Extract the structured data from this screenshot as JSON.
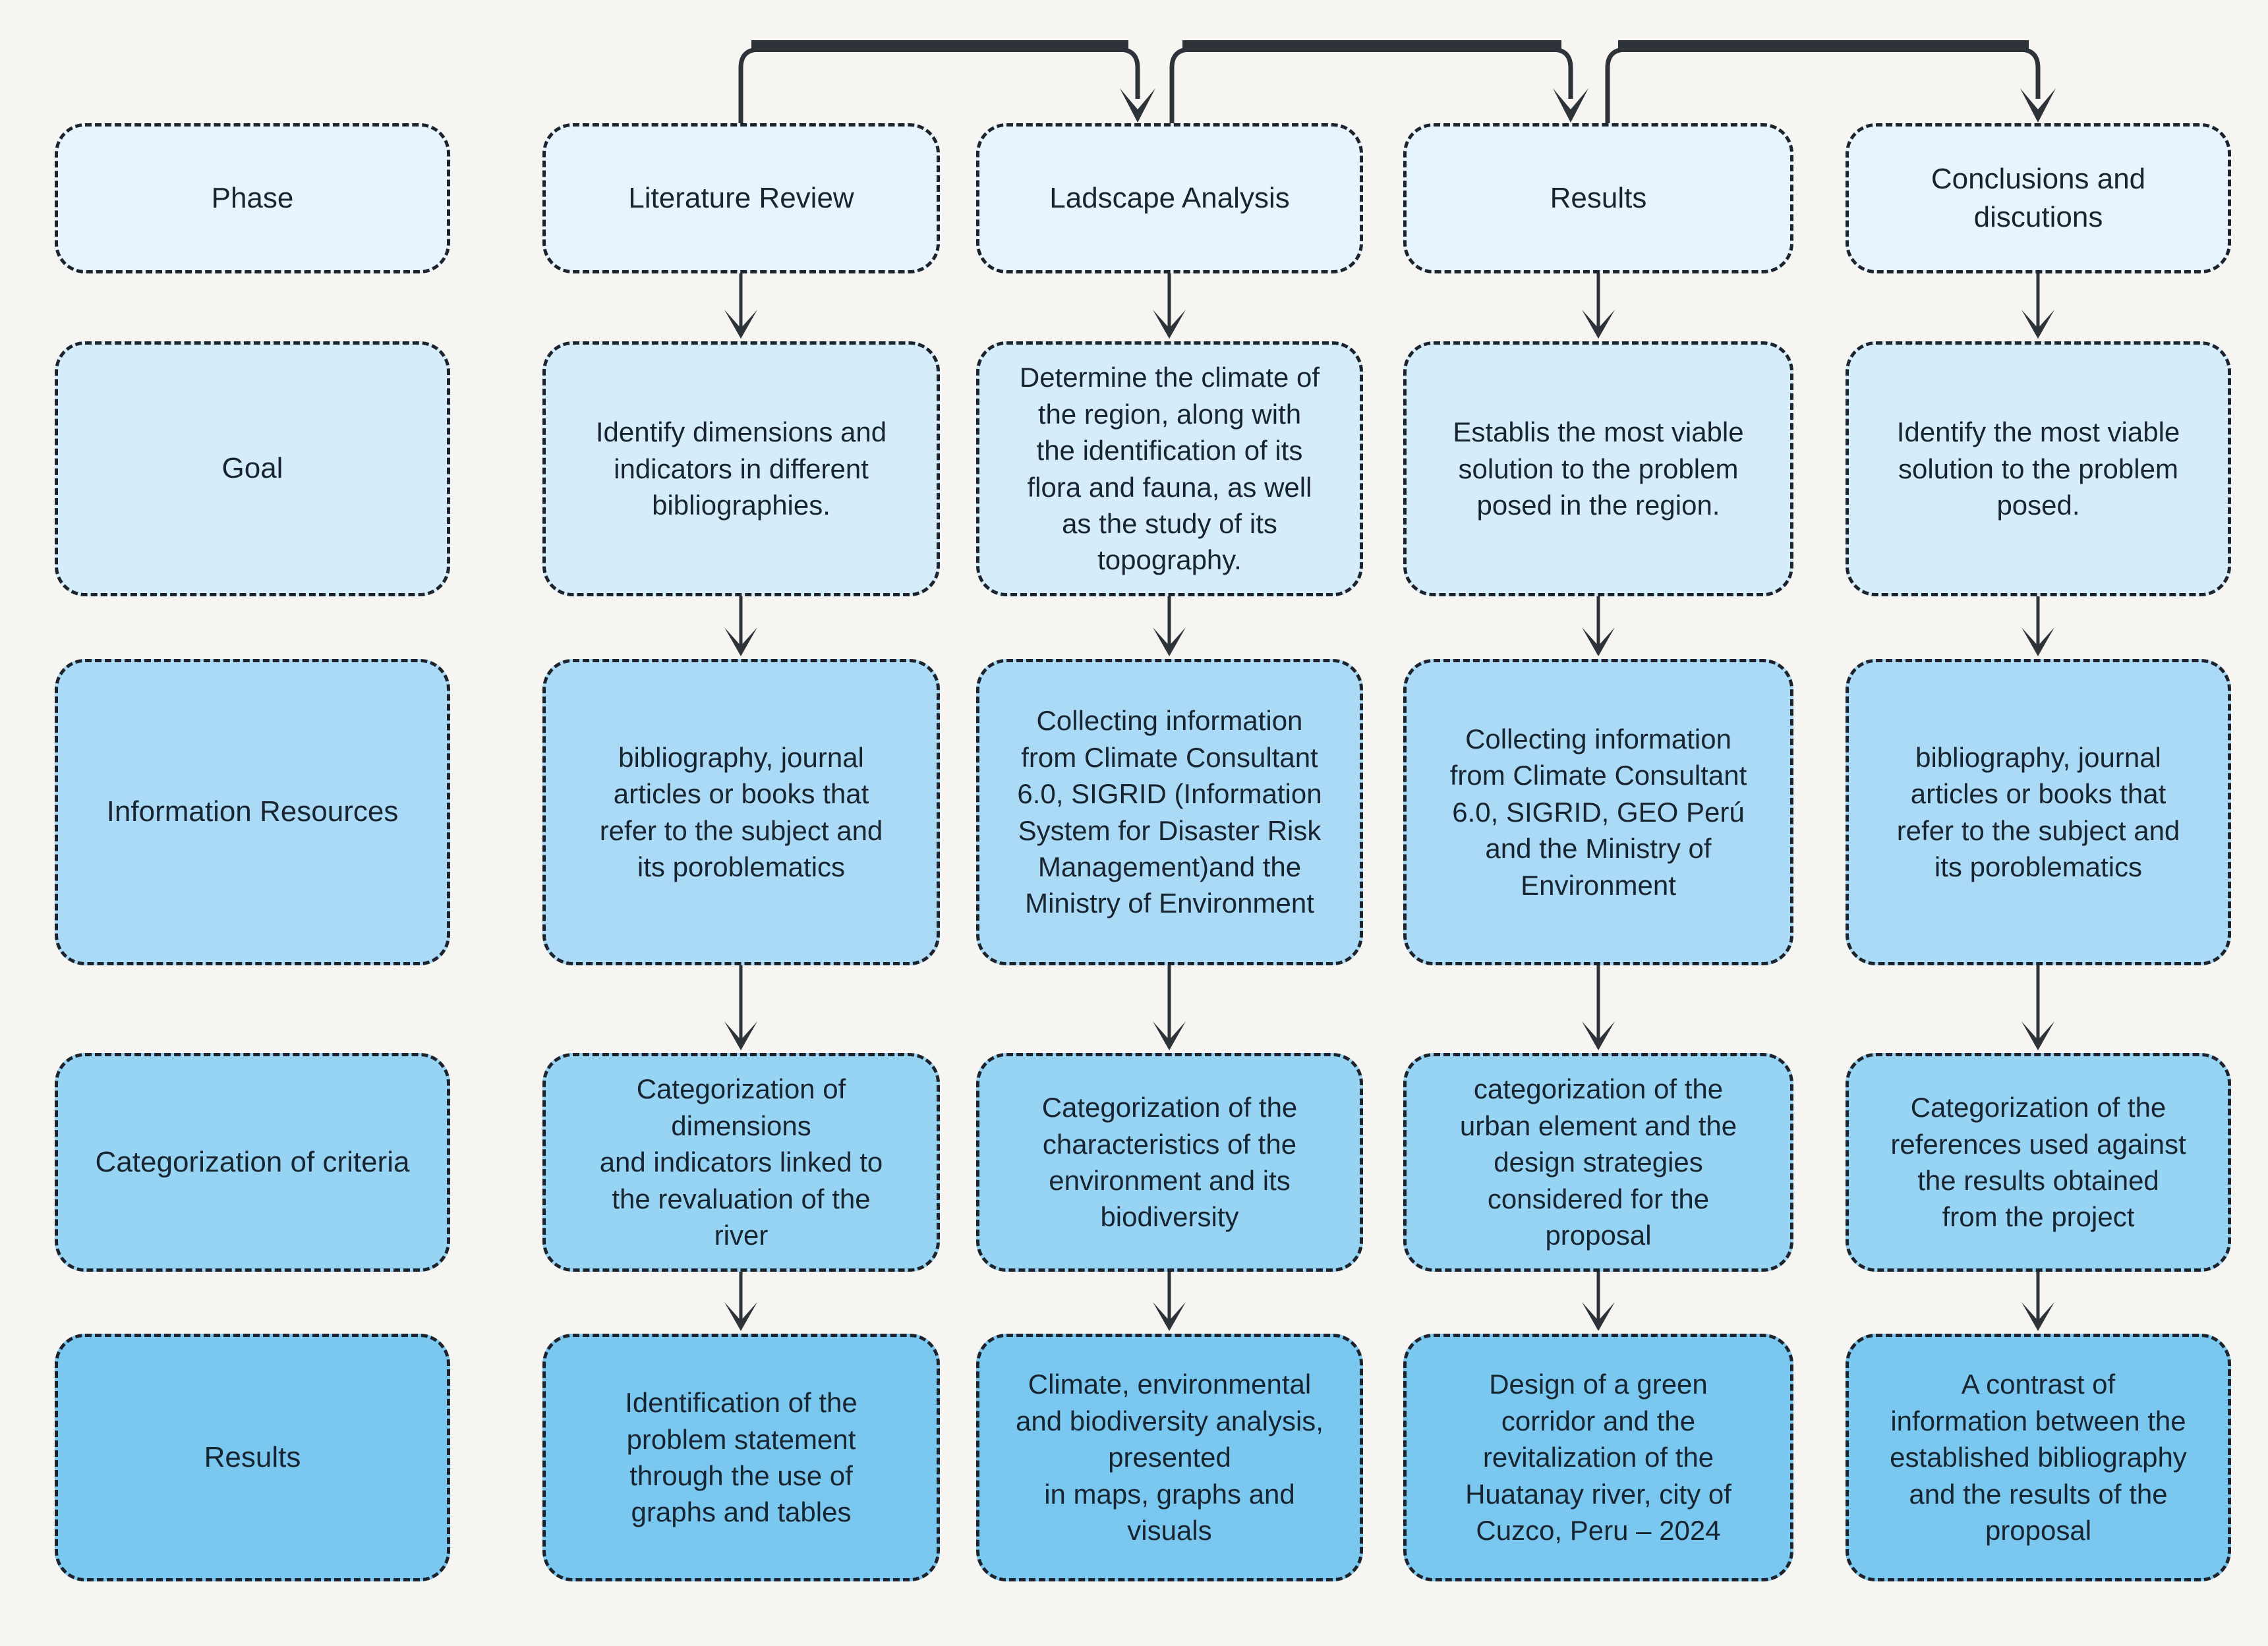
{
  "diagram": {
    "row_colors": [
      "#e8f4fd",
      "#d5ecfb",
      "#aadaf6",
      "#97d3f3",
      "#7ac8ef"
    ],
    "accent_colors": {
      "border": "#1c232c",
      "text": "#182530",
      "arrow": "#2d3338",
      "background": "#f7f5f2"
    },
    "header_row": [
      "Phase",
      "Literature Review",
      "Ladscape Analysis",
      "Results",
      "Conclusions and\ndiscutions"
    ],
    "rows": [
      {
        "header": "Goal",
        "cells": [
          "Identify dimensions and\nindicators in different\nbibliographies.",
          "Determine the climate of\nthe region, along with\nthe identification of its\nflora and fauna, as well\nas the study of its\ntopography.",
          "Establis the most viable\nsolution to the problem\nposed in the region.",
          "Identify the most viable\nsolution to the problem\nposed."
        ]
      },
      {
        "header": "Information Resources",
        "cells": [
          "bibliography, journal\narticles or books that\nrefer to the subject and\nits poroblematics",
          "Collecting information\nfrom Climate Consultant\n6.0, SIGRID (Information\nSystem for Disaster Risk\nManagement)and the\nMinistry of Environment",
          "Collecting information\nfrom Climate Consultant\n6.0, SIGRID, GEO Perú\nand the Ministry of\nEnvironment",
          "bibliography, journal\narticles or books that\nrefer to the subject and\nits poroblematics"
        ]
      },
      {
        "header": "Categorization of criteria",
        "cells": [
          "Categorization of\ndimensions\nand indicators linked to\nthe revaluation of the\nriver",
          "Categorization of the\ncharacteristics of the\nenvironment and its\nbiodiversity",
          "categorization of the\nurban element and the\ndesign strategies\nconsidered for the\nproposal",
          "Categorization of the\nreferences used against\nthe results obtained\nfrom the project"
        ]
      },
      {
        "header": "Results",
        "cells": [
          "Identification of the\nproblem statement\nthrough the use of\ngraphs and tables",
          "Climate, environmental\nand biodiversity analysis,\npresented\nin maps, graphs and\nvisuals",
          "Design of a green\ncorridor and the\nrevitalization of the\nHuatanay river, city of\nCuzco, Peru – 2024",
          "A contrast of\ninformation between the\nestablished bibliography\nand the results of the\nproposal"
        ]
      }
    ]
  }
}
